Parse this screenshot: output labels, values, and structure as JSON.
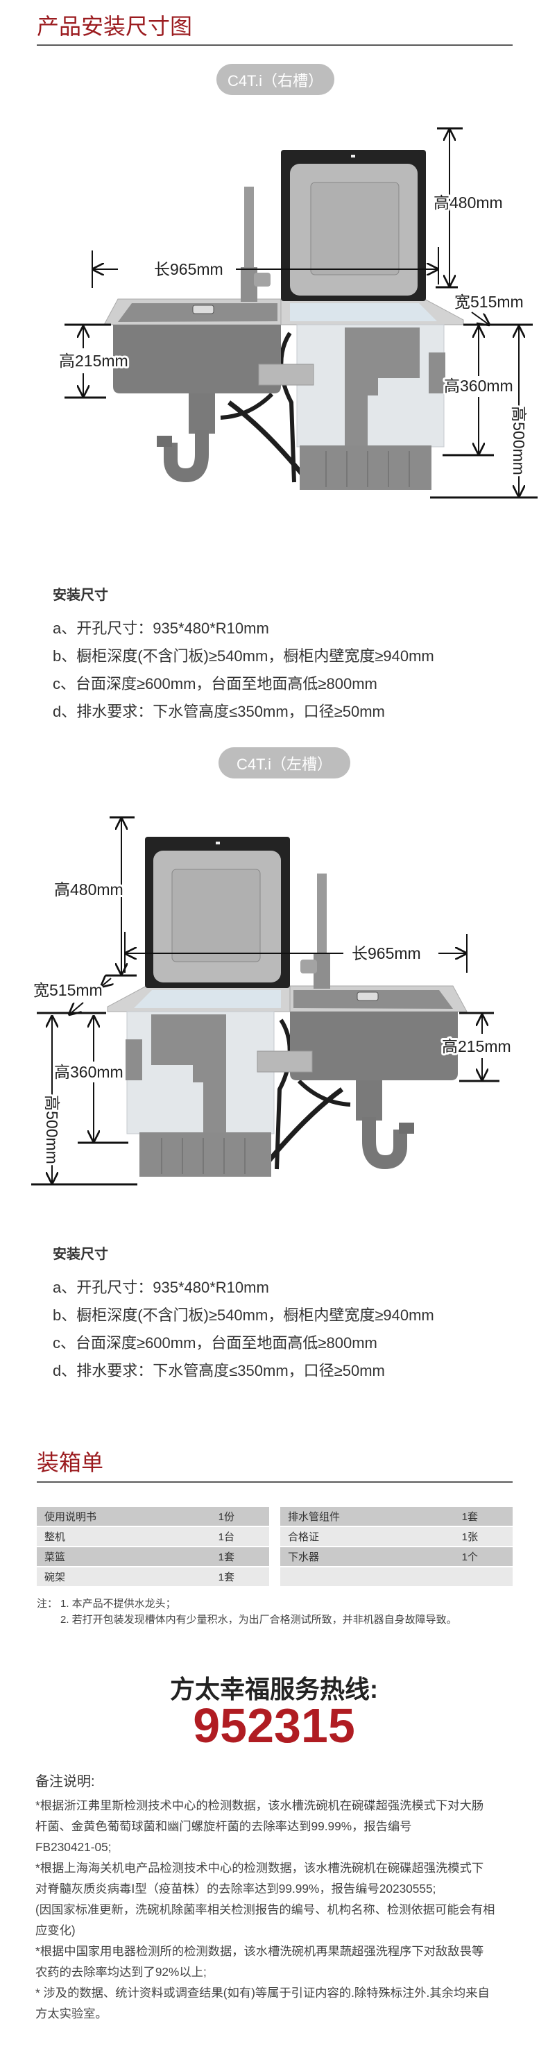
{
  "colors": {
    "brand_red": "#9b1b1f",
    "hotline_red": "#b01c22",
    "pill_bg": "#bdbdbd"
  },
  "install_section": {
    "title": "产品安装尺寸图"
  },
  "diagrams": [
    {
      "model_label": "C4T.i（右槽）",
      "dims": {
        "lid_height": "高480mm",
        "length": "长965mm",
        "width": "宽515mm",
        "sink_depth": "高215mm",
        "body_height": "高360mm",
        "total_height": "高500mm"
      }
    },
    {
      "model_label": "C4T.i（左槽）",
      "dims": {
        "lid_height": "高480mm",
        "length": "长965mm",
        "width": "宽515mm",
        "sink_depth": "高215mm",
        "body_height": "高360mm",
        "total_height": "高500mm"
      }
    }
  ],
  "specs": {
    "heading": "安装尺寸",
    "items": [
      "a、开孔尺寸：935*480*R10mm",
      "b、橱柜深度(不含门板)≥540mm，橱柜内壁宽度≥940mm",
      "c、台面深度≥600mm，台面至地面高低≥800mm",
      "d、排水要求：下水管高度≤350mm，口径≥50mm"
    ]
  },
  "packing": {
    "title": "装箱单",
    "left": [
      {
        "item": "使用说明书",
        "qty": "1份"
      },
      {
        "item": "整机",
        "qty": "1台"
      },
      {
        "item": "菜篮",
        "qty": "1套"
      },
      {
        "item": "碗架",
        "qty": "1套"
      }
    ],
    "right": [
      {
        "item": "排水管组件",
        "qty": "1套"
      },
      {
        "item": "合格证",
        "qty": "1张"
      },
      {
        "item": "下水器",
        "qty": "1个"
      },
      {
        "item": "",
        "qty": ""
      }
    ],
    "note_prefix": "注：",
    "notes": [
      "1. 本产品不提供水龙头；",
      "2. 若打开包装发现槽体内有少量积水，为出厂合格测试所致，并非机器自身故障导致。"
    ]
  },
  "hotline": {
    "label": "方太幸福服务热线:",
    "number": "952315"
  },
  "remarks": {
    "heading": "备注说明:",
    "lines": [
      "*根据浙江弗里斯检测技术中心的检测数据，该水槽洗碗机在碗碟超强洗模式下对大肠",
      "杆菌、金黄色葡萄球菌和幽门螺旋杆菌的去除率达到99.99%，报告编号",
      "FB230421-05;",
      "*根据上海海关机电产品检测技术中心的检测数据，该水槽洗碗机在碗碟超强洗模式下",
      "对脊髓灰质炎病毒Ⅰ型（疫苗株）的去除率达到99.99%，报告编号20230555;",
      "(因国家标准更新，洗碗机除菌率相关检测报告的编号、机构名称、检测依据可能会有相",
      "应变化)",
      "*根据中国家用电器检测所的检测数据，该水槽洗碗机再果蔬超强洗程序下对敌敌畏等",
      "农药的去除率均达到了92%以上;",
      "* 涉及的数据、统计资料或调查结果(如有)等属于引证内容的.除特殊标注外.其余均来自",
      "  方太实验室。"
    ]
  }
}
